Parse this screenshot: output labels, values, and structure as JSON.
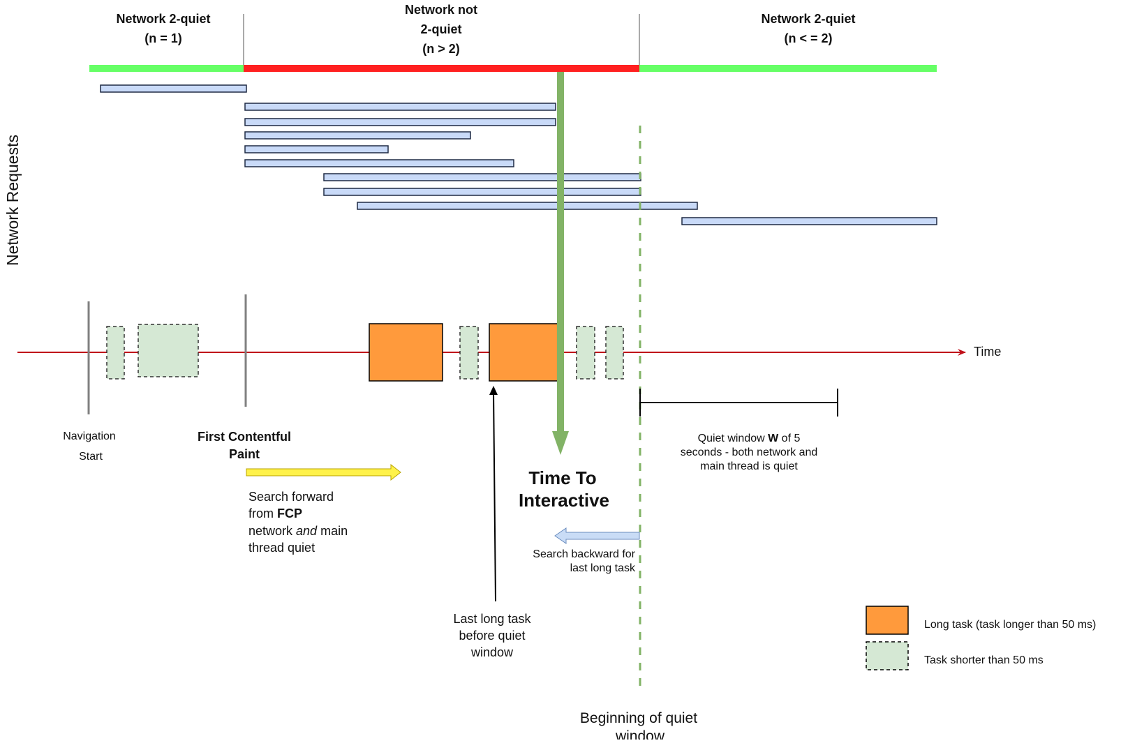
{
  "phases": [
    {
      "label_1": "Network 2-quiet",
      "label_2": "(n = 1)",
      "color": "#66ff66"
    },
    {
      "label_1": "Network not",
      "label_2": "2-quiet",
      "label_3": "(n > 2)",
      "color": "#ff2020"
    },
    {
      "label_1": "Network 2-quiet",
      "label_2": "(n < = 2)",
      "color": "#66ff66"
    }
  ],
  "axis": {
    "network_label": "Network Requests",
    "time_label": "Time",
    "time_axis_color": "#c0101a"
  },
  "colors": {
    "request_fill": "#c9daf8",
    "long_task": "#ff9a3c",
    "short_task": "#d5e8d4",
    "tti_arrow": "#82b366",
    "quiet_marker": "#82b366",
    "forward_arrow": "#fff24a",
    "backward_arrow": "#c9dcf6"
  },
  "markers": {
    "navigation_start_1": "Navigation",
    "navigation_start_2": "Start",
    "fcp_1": "First Contentful",
    "fcp_2": "Paint"
  },
  "forward_search": {
    "line1": "Search forward",
    "line2_pre": "from ",
    "line2_bold": "FCP",
    "line3_pre": "network ",
    "line3_italic": "and",
    "line3_post": " main",
    "line4": "thread quiet"
  },
  "tti": {
    "line1": "Time To",
    "line2": "Interactive"
  },
  "backward_search": {
    "line1": "Search backward for",
    "line2": "last long task"
  },
  "last_long_task": {
    "line1": "Last long task",
    "line2": "before quiet",
    "line3": "window"
  },
  "quiet_window": {
    "line1_pre": "Quiet window ",
    "line1_bold": "W",
    "line1_post": " of 5",
    "line2": "seconds - both network and",
    "line3": "main thread is quiet"
  },
  "quiet_begin": {
    "line1": "Beginning of quiet",
    "line2": "window"
  },
  "legend": {
    "long_task": "Long task (task longer than 50 ms)",
    "short_task": "Task shorter than 50 ms"
  }
}
